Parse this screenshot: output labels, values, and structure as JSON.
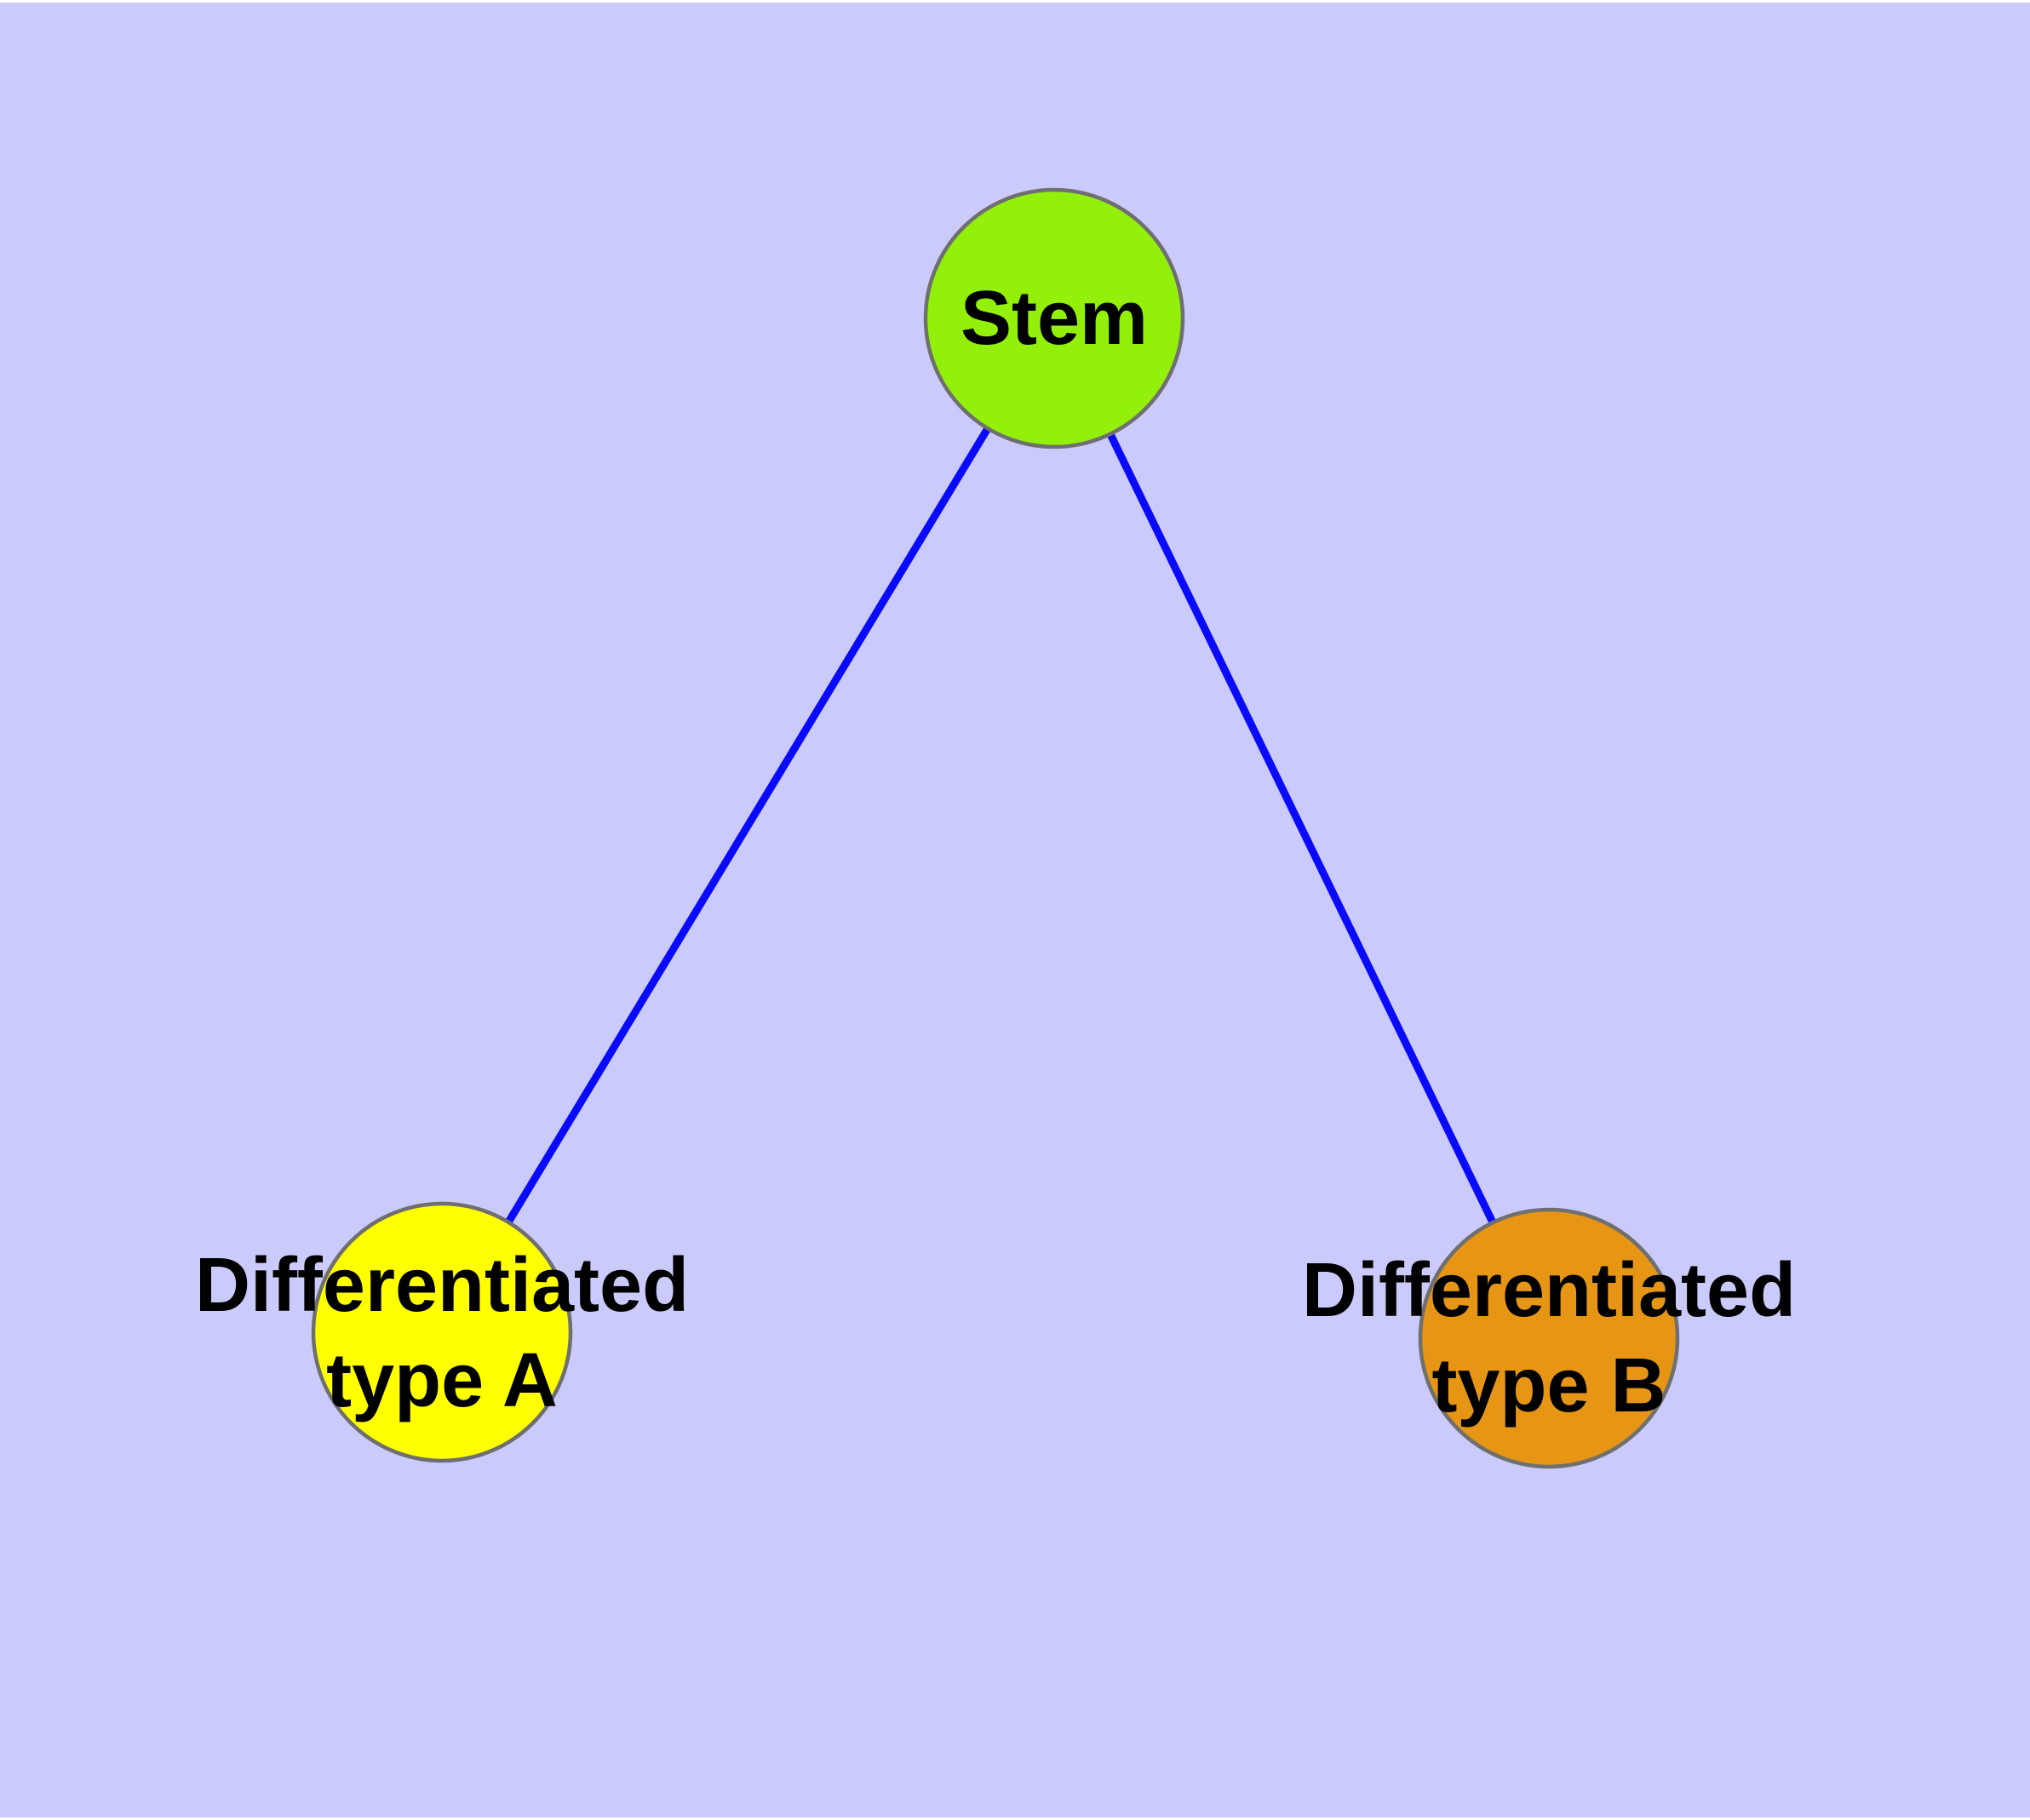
{
  "diagram": {
    "background_color": "#CACBFA",
    "margin_color": "#FFFFFF",
    "text_color": "#000000",
    "node_border_color": "#6F6F6F",
    "edge_color": "#0A0AFA",
    "nodes": {
      "stem": {
        "label": "Stem",
        "fill": "#93F00A"
      },
      "type_a": {
        "label_line1": "Differentiated",
        "label_line2": "type A",
        "fill": "#FFFF00"
      },
      "type_b": {
        "label_line1": "Differentiated",
        "label_line2": "type B",
        "fill": "#E69614"
      }
    },
    "edges": [
      {
        "from": "Stem",
        "to": "Differentiated type A"
      },
      {
        "from": "Stem",
        "to": "Differentiated type B"
      }
    ]
  }
}
